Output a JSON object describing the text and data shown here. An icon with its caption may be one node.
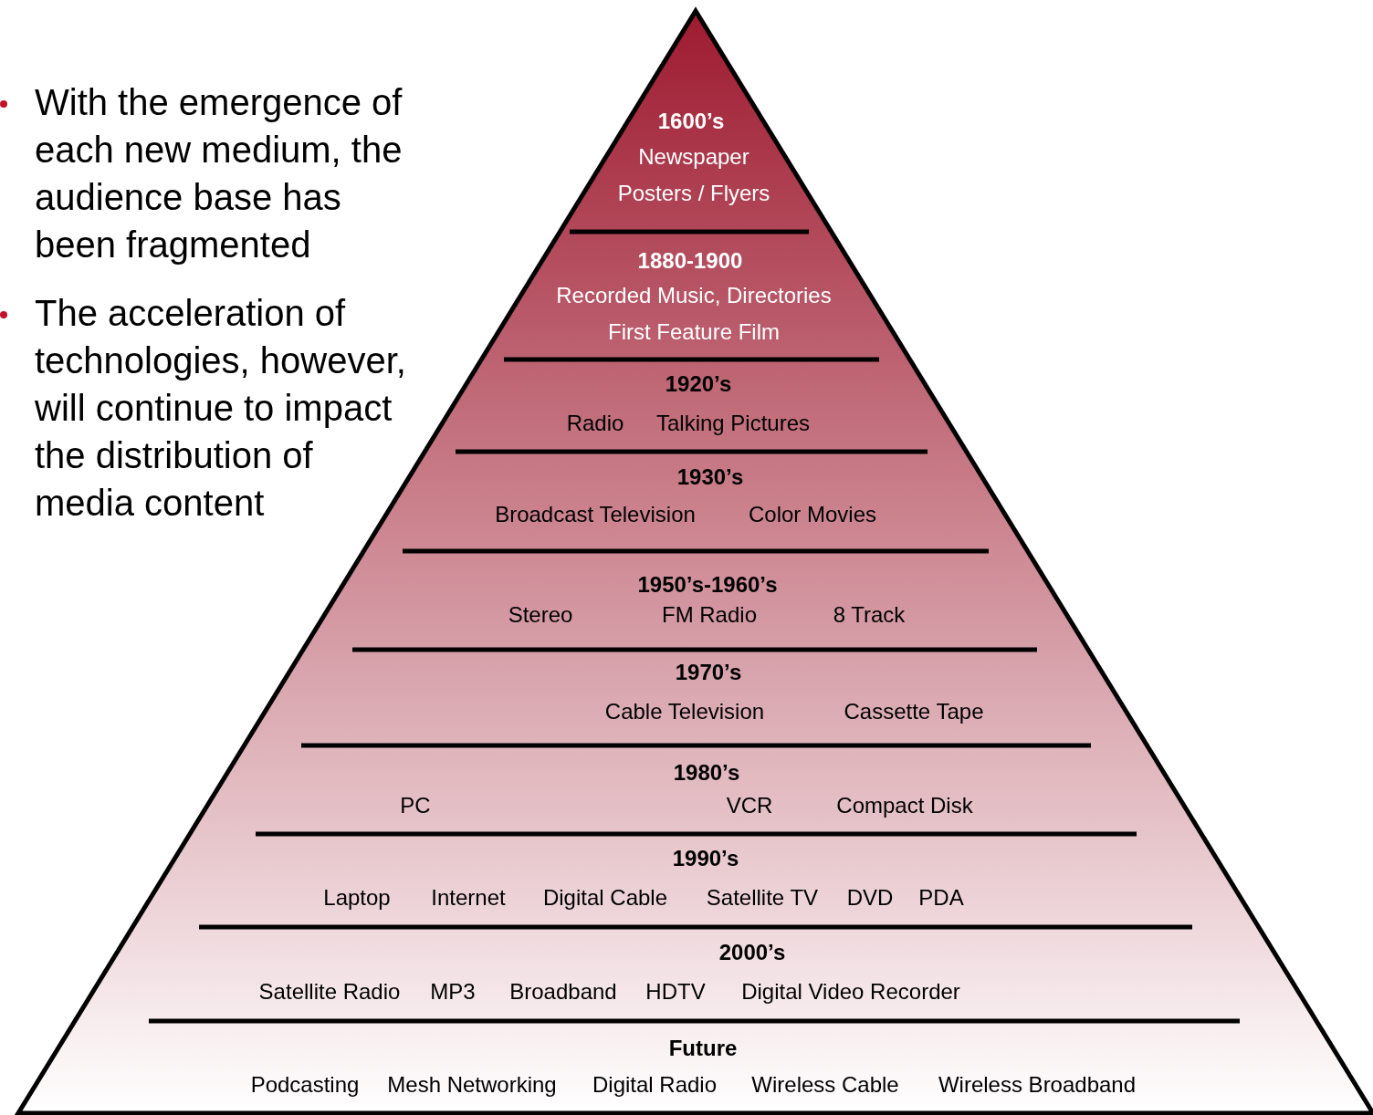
{
  "diagram": {
    "nodes": [
      {
        "text": [
          "1600’s",
          "Newspaper",
          "Posters / Flyers"
        ]
      },
      {
        "text": [
          "1880-1900",
          "Recorded Music, Directories",
          "First Feature Film"
        ]
      },
      {
        "text": [
          "1920’s",
          "Radio",
          "Talking Pictures"
        ]
      },
      {
        "text": [
          "1930’s",
          "Broadcast Television",
          "Color Movies"
        ]
      },
      {
        "text": [
          "1950’s-1960’s",
          "Stereo",
          "FM Radio",
          "8 Track"
        ]
      },
      {
        "text": [
          "1970’s",
          "Cable Television",
          "Cassette Tape"
        ]
      },
      {
        "text": [
          "1980’s",
          "PC",
          "VCR",
          "Compact Disk"
        ]
      },
      {
        "text": [
          "1990’s",
          "Laptop",
          "Internet",
          "Digital Cable",
          "Satellite TV",
          "DVD",
          "PDA"
        ]
      },
      {
        "text": [
          "2000’s",
          "Satellite Radio",
          "MP3",
          "Broadband",
          "HDTV",
          "Digital Video Recorder"
        ]
      },
      {
        "text": [
          "Future",
          "Podcasting",
          "Mesh Networking",
          "Digital Radio",
          "Wireless Cable",
          "Wireless Broadband"
        ]
      }
    ],
    "labels": [
      "With the emergence of each new medium, the audience base has been fragmented",
      "The acceleration of technologies, however, will continue to impact the distribution of media content"
    ]
  }
}
